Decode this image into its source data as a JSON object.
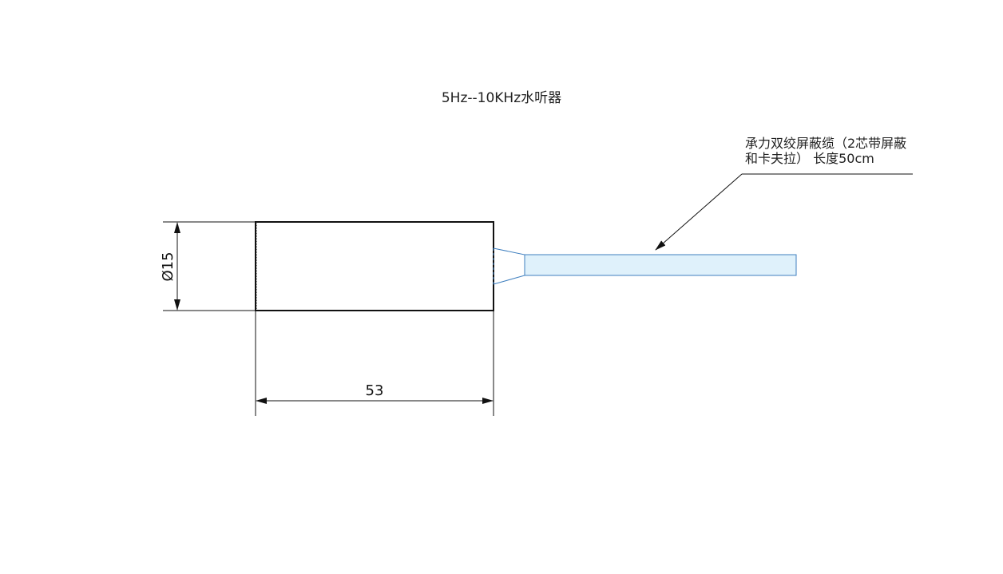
{
  "title": "5Hz--10KHz水听器",
  "cable_note": {
    "line1": "承力双绞屏蔽缆（2芯带屏蔽",
    "line2": "和卡夫拉） 长度50cm"
  },
  "dimensions": {
    "diameter_label": "Ø15",
    "length_label": "53"
  },
  "colors": {
    "outline": "#111111",
    "cable_fill": "#dff1fb",
    "cable_stroke": "#3f7fbf",
    "leader": "#111111"
  }
}
